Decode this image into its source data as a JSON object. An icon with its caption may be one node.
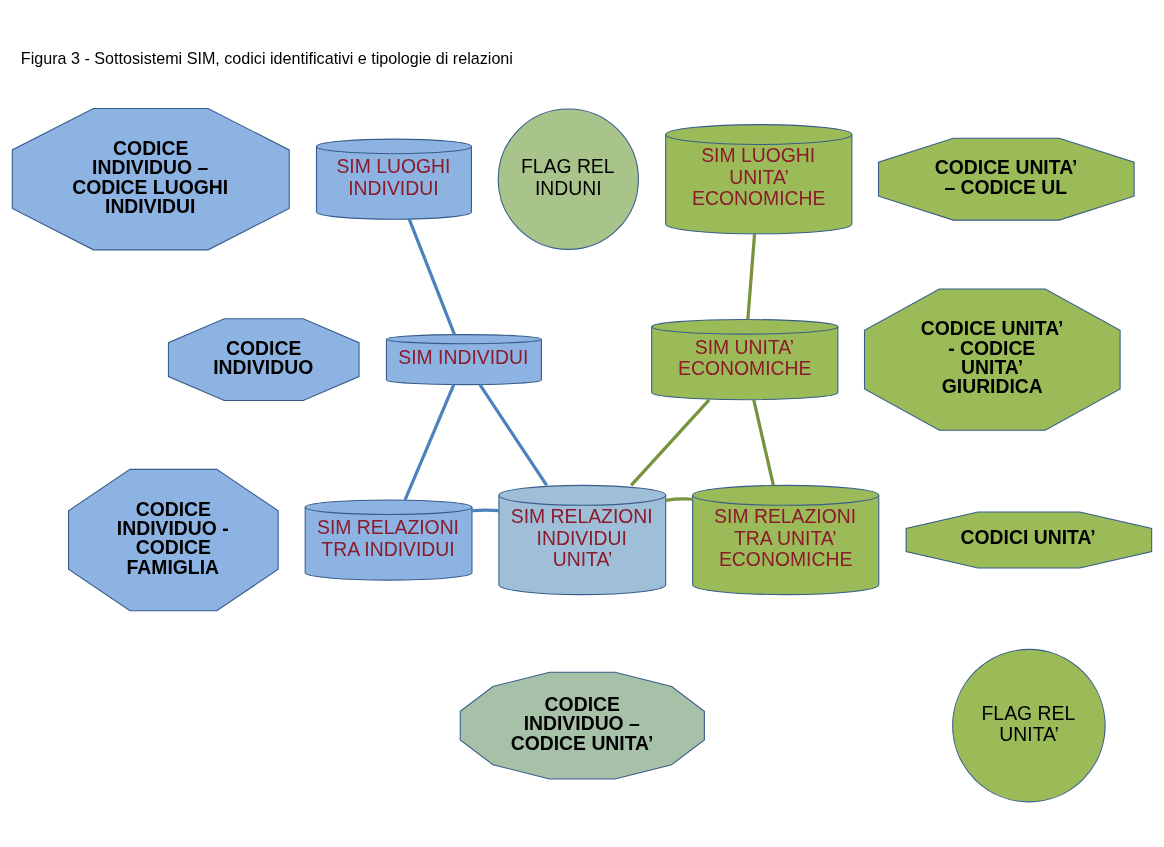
{
  "diagram": {
    "title": "Figura 3 - Sottosistemi SIM, codici identificativi e tipologie di relazioni",
    "nodes": [
      {
        "text": [
          "SIM LUOGHI INDIVIDUI"
        ]
      },
      {
        "text": [
          "CODICE INDIVIDUO – CODICE LUOGHI INDIVIDUI"
        ]
      },
      {
        "text": [
          "SIM INDIVIDUI"
        ]
      },
      {
        "text": [
          "CODICE INDIVIDUO"
        ]
      },
      {
        "text": [
          "SIM RELAZIONI TRA INDIVIDUI"
        ]
      },
      {
        "text": [
          "CODICE INDIVIDUO - CODICE FAMIGLIA"
        ]
      },
      {
        "text": [
          "FLAG REL INDUNI"
        ]
      },
      {
        "text": [
          "SIM RELAZIONI INDIVIDUI UNITA’"
        ]
      },
      {
        "text": [
          "CODICE INDIVIDUO – CODICE UNITA’"
        ]
      },
      {
        "text": [
          "SIM LUOGHI UNITA’ ECONOMICHE"
        ]
      },
      {
        "text": [
          "CODICE UNITA’ – CODICE UL"
        ]
      },
      {
        "text": [
          "SIM UNITA’ ECONOMICHE"
        ]
      },
      {
        "text": [
          "CODICE UNITA’ - CODICE UNITA’ GIURIDICA"
        ]
      },
      {
        "text": [
          "SIM RELAZIONI TRA UNITA’ ECONOMICHE"
        ]
      },
      {
        "text": [
          "CODICI UNITA’"
        ]
      },
      {
        "text": [
          "FLAG REL UNITA’"
        ]
      }
    ],
    "edges": [
      {
        "from": 0,
        "to": 2,
        "arrow": "none",
        "color": "#4f81bd"
      },
      {
        "from": 2,
        "to": 4,
        "arrow": "none",
        "color": "#4f81bd"
      },
      {
        "from": 2,
        "to": 7,
        "arrow": "none",
        "color": "#4f81bd"
      },
      {
        "from": 4,
        "to": 7,
        "arrow": "none",
        "color": "#4f81bd"
      },
      {
        "from": 7,
        "to": 11,
        "arrow": "none",
        "color": "#77933c"
      },
      {
        "from": 9,
        "to": 11,
        "arrow": "none",
        "color": "#77933c"
      },
      {
        "from": 11,
        "to": 13,
        "arrow": "none",
        "color": "#77933c"
      },
      {
        "from": 7,
        "to": 13,
        "arrow": "none",
        "color": "#77933c"
      }
    ]
  }
}
